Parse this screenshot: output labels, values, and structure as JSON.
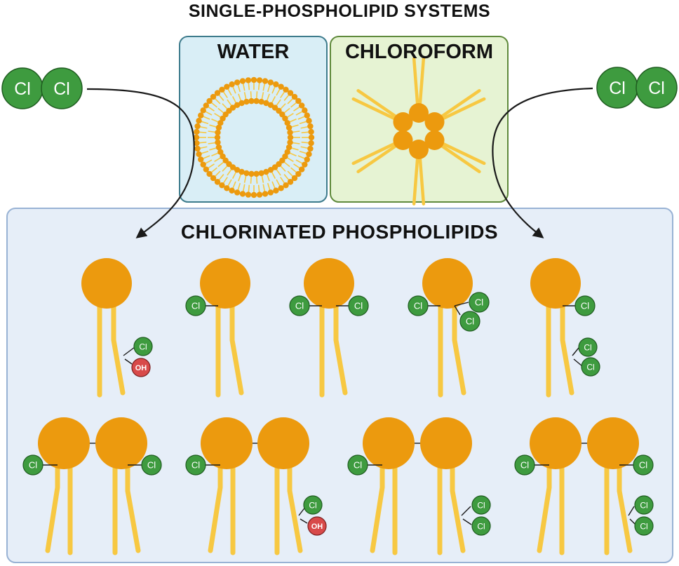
{
  "title": "SINGLE-PHOSPHOLIPID SYSTEMS",
  "panels": {
    "water": {
      "label": "WATER",
      "bg": "#d9eef6",
      "border": "#3d7b8c"
    },
    "chloroform": {
      "label": "CHLOROFORM",
      "bg": "#e6f3d3",
      "border": "#5f8a3c"
    }
  },
  "products": {
    "label": "CHLORINATED PHOSPHOLIPIDS",
    "bg": "#e6eef8",
    "border": "#98b2d4"
  },
  "reagent": {
    "atoms": [
      "Cl",
      "Cl"
    ]
  },
  "atom_labels": {
    "chlorine": "Cl",
    "hydroxyl": "OH"
  },
  "colors": {
    "head": "#ec9a0e",
    "tail": "#f7c842",
    "chlorine": "#3e9b3f",
    "chlorine_border": "#1f5c20",
    "hydroxyl": "#d84a4a",
    "hydroxyl_border": "#7a1f1f",
    "arrow": "#1a1a1a"
  },
  "icons": [
    "vesicle-icon",
    "reverse-micelle-icon",
    "chlorine-molecule-icon",
    "curved-arrow-icon",
    "phospholipid-icon"
  ]
}
